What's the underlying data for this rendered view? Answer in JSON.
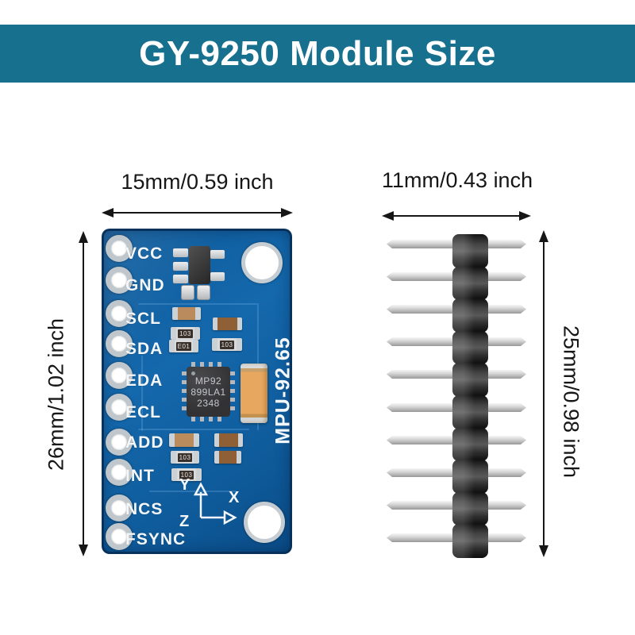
{
  "banner": {
    "title": "GY-9250 Module Size",
    "background": "#17708e",
    "text_color": "#ffffff"
  },
  "dimensions": {
    "module_width": "15mm/0.59 inch",
    "module_height": "26mm/1.02 inch",
    "header_width": "11mm/0.43 inch",
    "header_height": "25mm/0.98 inch"
  },
  "module": {
    "pin_labels": [
      "VCC",
      "GND",
      "SCL",
      "SDA",
      "EDA",
      "ECL",
      "ADD",
      "INT",
      "NCS",
      "FSYNC"
    ],
    "silkscreen_label": "MPU-92.65",
    "chip_marking": [
      "MP92",
      "899LA1",
      "2348"
    ],
    "axis": {
      "x": "X",
      "y": "Y",
      "z": "Z"
    },
    "passive_markings": [
      "103",
      "E01",
      "103",
      "103",
      "103"
    ],
    "pcb_color": "#1264a5",
    "silkscreen_color": "#f4f7f9"
  },
  "pin_header": {
    "pin_count": "10"
  }
}
